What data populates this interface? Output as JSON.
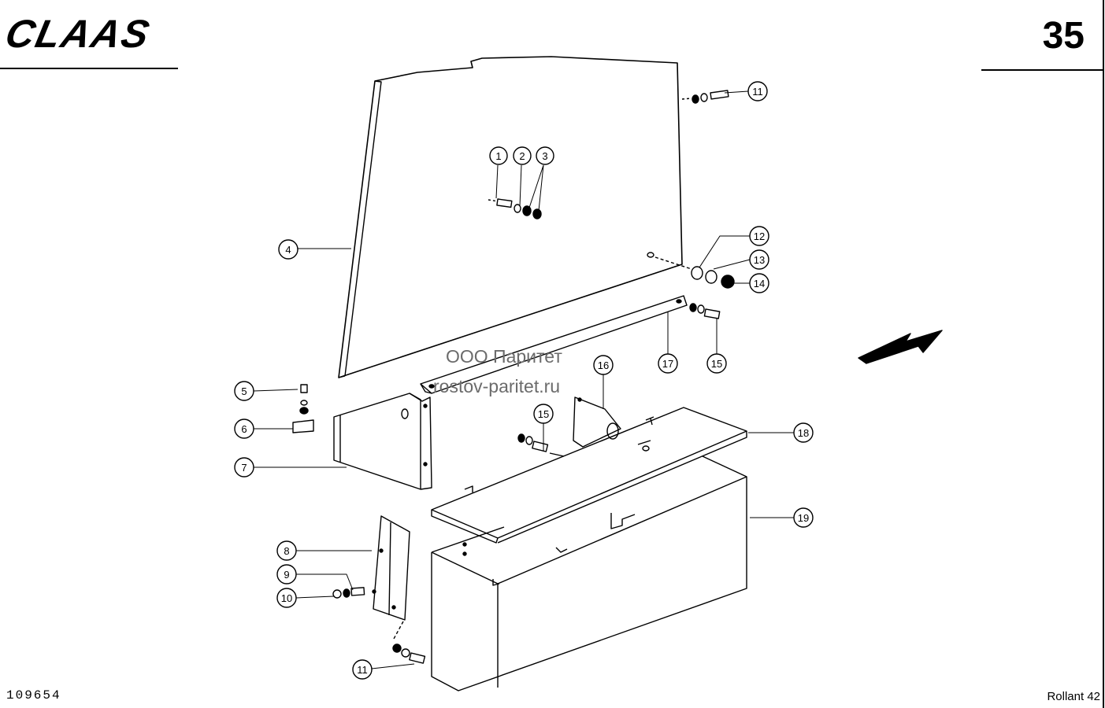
{
  "header": {
    "brand": "CLAAS",
    "page_number": "35"
  },
  "footer": {
    "document_number": "109654",
    "model": "Rollant 42"
  },
  "watermark": {
    "line1": "ООО Паритет",
    "line2": "rostov-paritet.ru"
  },
  "callouts": [
    {
      "id": "c1",
      "label": "1"
    },
    {
      "id": "c2",
      "label": "2"
    },
    {
      "id": "c3",
      "label": "3"
    },
    {
      "id": "c4",
      "label": "4"
    },
    {
      "id": "c5",
      "label": "5"
    },
    {
      "id": "c6",
      "label": "6"
    },
    {
      "id": "c7",
      "label": "7"
    },
    {
      "id": "c8",
      "label": "8"
    },
    {
      "id": "c9",
      "label": "9"
    },
    {
      "id": "c10",
      "label": "10"
    },
    {
      "id": "c11a",
      "label": "11"
    },
    {
      "id": "c11b",
      "label": "11"
    },
    {
      "id": "c12",
      "label": "12"
    },
    {
      "id": "c13",
      "label": "13"
    },
    {
      "id": "c14",
      "label": "14"
    },
    {
      "id": "c15a",
      "label": "15"
    },
    {
      "id": "c15b",
      "label": "15"
    },
    {
      "id": "c16",
      "label": "16"
    },
    {
      "id": "c17",
      "label": "17"
    },
    {
      "id": "c18",
      "label": "18"
    },
    {
      "id": "c19",
      "label": "19"
    }
  ],
  "colors": {
    "ink": "#000000",
    "watermark": "#6b6b6b"
  }
}
